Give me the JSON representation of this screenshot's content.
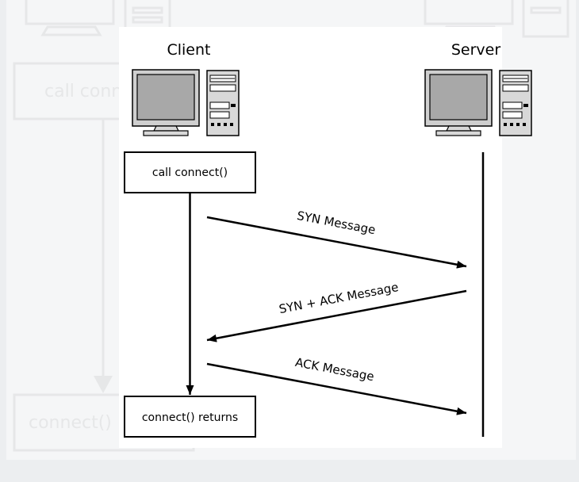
{
  "client": {
    "label": "Client",
    "icon": "computer-icon"
  },
  "server": {
    "label": "Server",
    "icon": "computer-icon"
  },
  "steps": {
    "start": "call connect()",
    "end": "connect() returns"
  },
  "messages": [
    {
      "label": "SYN Message",
      "direction": "client-to-server"
    },
    {
      "label": "SYN + ACK Message",
      "direction": "server-to-client"
    },
    {
      "label": "ACK Message",
      "direction": "client-to-server"
    }
  ],
  "colors": {
    "line": "#000000",
    "ghost": "#e6e7e8",
    "panel": "#ffffff",
    "background": "#f5f6f7"
  },
  "background_ghost": {
    "start": "call conn",
    "end": "connect()"
  }
}
